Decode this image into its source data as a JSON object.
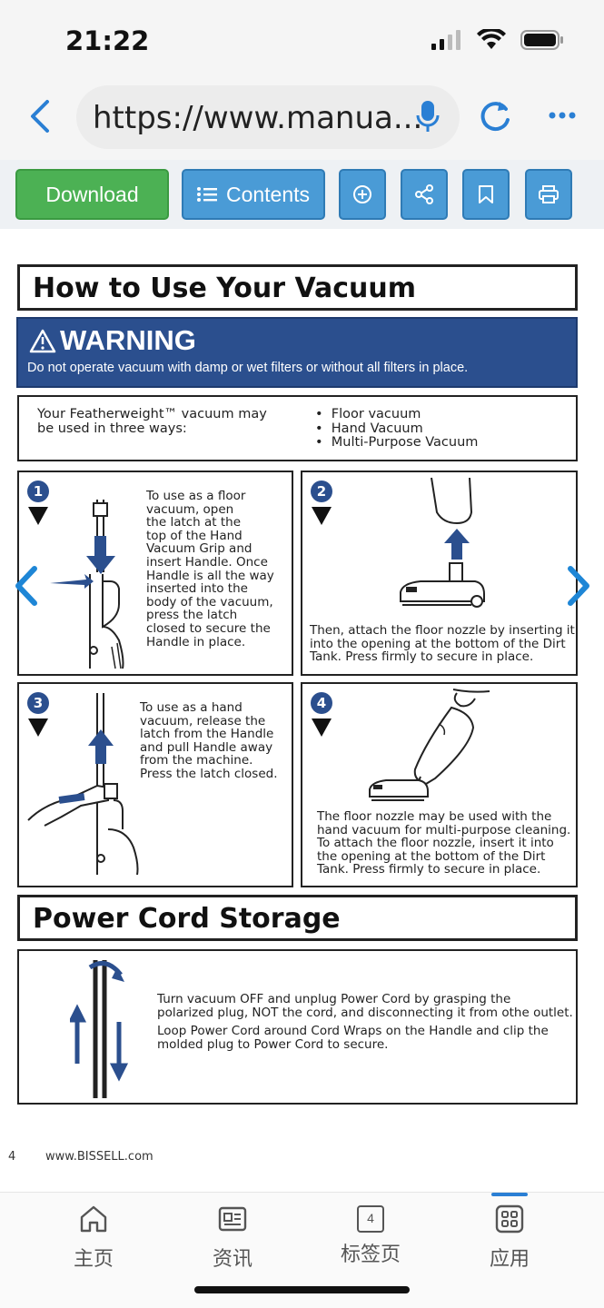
{
  "status": {
    "time": "21:22"
  },
  "browser": {
    "url": "https://www.manua..."
  },
  "toolbar": {
    "download_label": "Download",
    "contents_label": "Contents"
  },
  "doc": {
    "title_use": "How to Use Your Vacuum",
    "warning_head": "WARNING",
    "warning_sub": "Do not operate vacuum with damp or wet filters or without all filters in place.",
    "ways_intro_1": "Your Featherweight™ vacuum may",
    "ways_intro_2": "be used in three ways:",
    "ways": [
      "Floor vacuum",
      "Hand Vacuum",
      "Multi-Purpose Vacuum"
    ],
    "steps": [
      {
        "num": "1",
        "lines": [
          "To use as a floor",
          "vacuum, open",
          "the latch at the",
          "top of the Hand",
          "Vacuum Grip and",
          "insert Handle. Once",
          "Handle is all the way",
          "inserted into the",
          "body of the vacuum,",
          "press the latch",
          "closed to secure the",
          "Handle in place."
        ]
      },
      {
        "num": "2",
        "lines": [
          "Then, attach the floor nozzle by inserting it",
          "into the opening at the bottom of the Dirt",
          "Tank. Press firmly to secure in place."
        ]
      },
      {
        "num": "3",
        "lines": [
          "To use as a hand",
          "vacuum, release the",
          "latch from the Handle",
          "and pull Handle away",
          "from the machine.",
          "Press the latch closed."
        ]
      },
      {
        "num": "4",
        "lines": [
          "The floor nozzle may be used with the",
          "hand vacuum for multi-purpose cleaning.",
          "To attach the floor nozzle, insert it into",
          "the opening at the bottom of the Dirt",
          "Tank. Press firmly to secure in place."
        ]
      }
    ],
    "title_cord": "Power Cord Storage",
    "cord_lines_1": [
      "Turn vacuum OFF and unplug Power Cord by grasping the",
      "polarized plug, NOT the cord, and disconnecting it from othe outlet."
    ],
    "cord_lines_2": [
      "Loop Power Cord around Cord Wraps on the Handle and clip the",
      "molded plug to Power Cord to secure."
    ],
    "page_num": "4",
    "site": "www.BISSELL.com"
  },
  "bottom_nav": {
    "home": "主页",
    "news": "资讯",
    "tabs": "标签页",
    "tabs_count": "4",
    "apps": "应用"
  },
  "colors": {
    "accent": "#4a9bd6",
    "green": "#4cb154",
    "warning_blue": "#2b4f8e",
    "icon_blue": "#2a7fd4"
  }
}
